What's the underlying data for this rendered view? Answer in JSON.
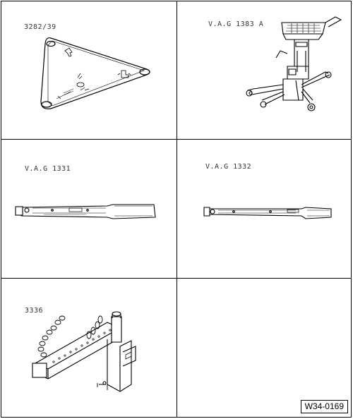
{
  "tools": [
    {
      "label": "3282/39"
    },
    {
      "label": "V.A.G 1383 A"
    },
    {
      "label": "V.A.G 1331"
    },
    {
      "label": "V.A.G 1332"
    },
    {
      "label": "3336"
    },
    {
      "label": ""
    }
  ],
  "reference": "W34-0169"
}
